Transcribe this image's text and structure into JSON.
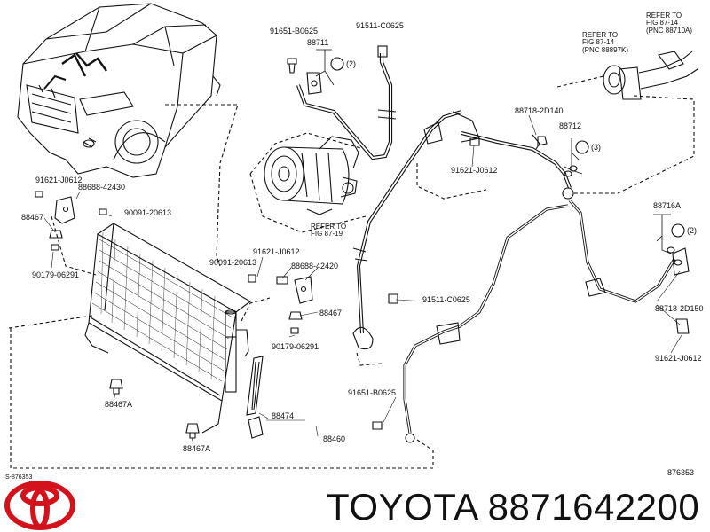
{
  "labels": {
    "p91651_top": "91651-B0625",
    "p88711": "88711",
    "p91511_top": "91511-C0625",
    "q_paren_2_top": "(2)",
    "ref_87_14_b_l1": "REFER TO",
    "ref_87_14_b_l2": "FIG 87-14",
    "ref_87_14_b_l3": "(PNC 88710A)",
    "ref_87_14_a_l1": "REFER TO",
    "ref_87_14_a_l2": "FIG 87-14",
    "ref_87_14_a_l3": "(PNC 88897K)",
    "p88718_2d140": "88718-2D140",
    "p88712": "88712",
    "q_paren_3": "(3)",
    "p91621_mid": "91621-J0612",
    "ref_87_19_l1": "REFER TO",
    "ref_87_19_l2": "FIG 87-19",
    "p91621_left": "91621-J0612",
    "p88688_left": "88688-42430",
    "p88467_left": "88467",
    "p90091_left": "90091-20613",
    "p90179_left": "90179-06291",
    "p91621_center": "91621-J0612",
    "p90091_center": "90091-20613",
    "p88688_center": "88688-42420",
    "p88467_center": "88467",
    "p90179_center": "90179-06291",
    "p91511_mid": "91511-C0625",
    "p88716a": "88716A",
    "q_paren_2_right": "(2)",
    "p88718_2d150": "88718-2D150",
    "p91621_right": "91621-J0612",
    "p88467a_1": "88467A",
    "p88467a_2": "88467A",
    "p88474": "88474",
    "p88460": "88460",
    "p91651_bottom": "91651-B0625",
    "fig_code": "876353",
    "corner_code": "S-876353"
  },
  "footer": {
    "brand_text": "TOYOTA 8871642200",
    "logo_icon": "toyota-logo-icon"
  }
}
